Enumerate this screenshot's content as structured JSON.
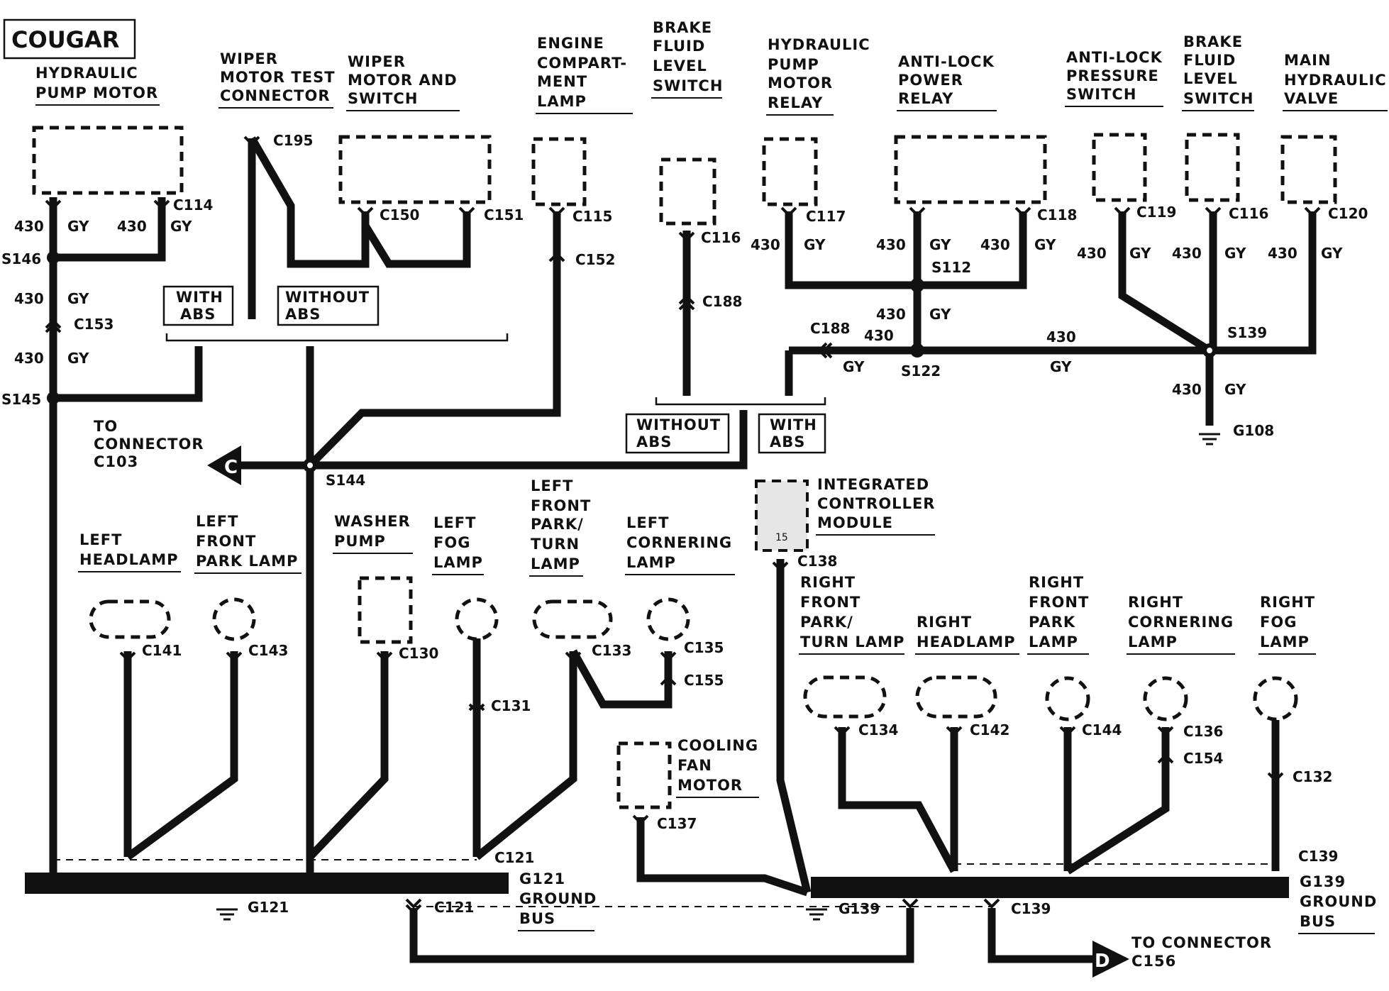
{
  "title": "COUGAR",
  "colors": {
    "wire": "#111111",
    "background": "#ffffff"
  },
  "components": {
    "hydraulic_pump_motor": [
      "HYDRAULIC",
      "PUMP MOTOR"
    ],
    "wiper_motor_test_connector": [
      "WIPER",
      "MOTOR TEST",
      "CONNECTOR"
    ],
    "wiper_motor_and_switch": [
      "WIPER",
      "MOTOR AND",
      "SWITCH"
    ],
    "engine_compartment_lamp": [
      "ENGINE",
      "COMPART-",
      "MENT",
      "LAMP"
    ],
    "brake_fluid_level_switch_1": [
      "BRAKE",
      "FLUID",
      "LEVEL",
      "SWITCH"
    ],
    "hydraulic_pump_motor_relay": [
      "HYDRAULIC",
      "PUMP",
      "MOTOR",
      "RELAY"
    ],
    "anti_lock_power_relay": [
      "ANTI-LOCK",
      "POWER",
      "RELAY"
    ],
    "anti_lock_pressure_switch": [
      "ANTI-LOCK",
      "PRESSURE",
      "SWITCH"
    ],
    "brake_fluid_level_switch_2": [
      "BRAKE",
      "FLUID",
      "LEVEL",
      "SWITCH"
    ],
    "main_hydraulic_valve": [
      "MAIN",
      "HYDRAULIC",
      "VALVE"
    ],
    "integrated_controller_module": [
      "INTEGRATED",
      "CONTROLLER",
      "MODULE"
    ],
    "left_headlamp": [
      "LEFT",
      "HEADLAMP"
    ],
    "left_front_park_lamp": [
      "LEFT",
      "FRONT",
      "PARK LAMP"
    ],
    "washer_pump": [
      "WASHER",
      "PUMP"
    ],
    "left_fog_lamp": [
      "LEFT",
      "FOG",
      "LAMP"
    ],
    "left_front_park_turn_lamp": [
      "LEFT",
      "FRONT",
      "PARK/",
      "TURN",
      "LAMP"
    ],
    "left_cornering_lamp": [
      "LEFT",
      "CORNERING",
      "LAMP"
    ],
    "right_front_park_turn_lamp": [
      "RIGHT",
      "FRONT",
      "PARK/",
      "TURN LAMP"
    ],
    "right_headlamp": [
      "RIGHT",
      "HEADLAMP"
    ],
    "right_front_park_lamp": [
      "RIGHT",
      "FRONT",
      "PARK",
      "LAMP"
    ],
    "right_cornering_lamp": [
      "RIGHT",
      "CORNERING",
      "LAMP"
    ],
    "right_fog_lamp": [
      "RIGHT",
      "FOG",
      "LAMP"
    ],
    "cooling_fan_motor": [
      "COOLING",
      "FAN",
      "MOTOR"
    ]
  },
  "abs_options": {
    "with_abs": [
      "WITH",
      "ABS"
    ],
    "without_abs": [
      "WITHOUT",
      "ABS"
    ]
  },
  "connectors": {
    "c114": "C114",
    "c195": "C195",
    "c150": "C150",
    "c151": "C151",
    "c115": "C115",
    "c152": "C152",
    "c116a": "C116",
    "c188a": "C188",
    "c116b": "C116",
    "c117": "C117",
    "c118": "C118",
    "c119": "C119",
    "c120": "C120",
    "c153": "C153",
    "c188b": "C188",
    "c138": "C138",
    "c141": "C141",
    "c143": "C143",
    "c130": "C130",
    "c131": "C131",
    "c133": "C133",
    "c135": "C135",
    "c155": "C155",
    "c134": "C134",
    "c142": "C142",
    "c144": "C144",
    "c136": "C136",
    "c154": "C154",
    "c132": "C132",
    "c137": "C137",
    "c121a": "C121",
    "c121b": "C121",
    "c139a": "C139",
    "c139b": "C139"
  },
  "splices": {
    "s146": "S146",
    "s145": "S145",
    "s144": "S144",
    "s112": "S112",
    "s122": "S122",
    "s139": "S139"
  },
  "grounds": {
    "g108": "G108",
    "g121": "G121",
    "g139": "G139",
    "g121_bus": [
      "G121",
      "GROUND",
      "BUS"
    ],
    "g139_bus": [
      "G139",
      "GROUND",
      "BUS"
    ]
  },
  "wire": {
    "circuit": "430",
    "color": "GY"
  },
  "ic_pin": "15",
  "offpage": {
    "c_letter": "C",
    "c_label": [
      "TO",
      "CONNECTOR",
      "C103"
    ],
    "d_letter": "D",
    "d_label": [
      "TO CONNECTOR",
      "C156"
    ]
  }
}
